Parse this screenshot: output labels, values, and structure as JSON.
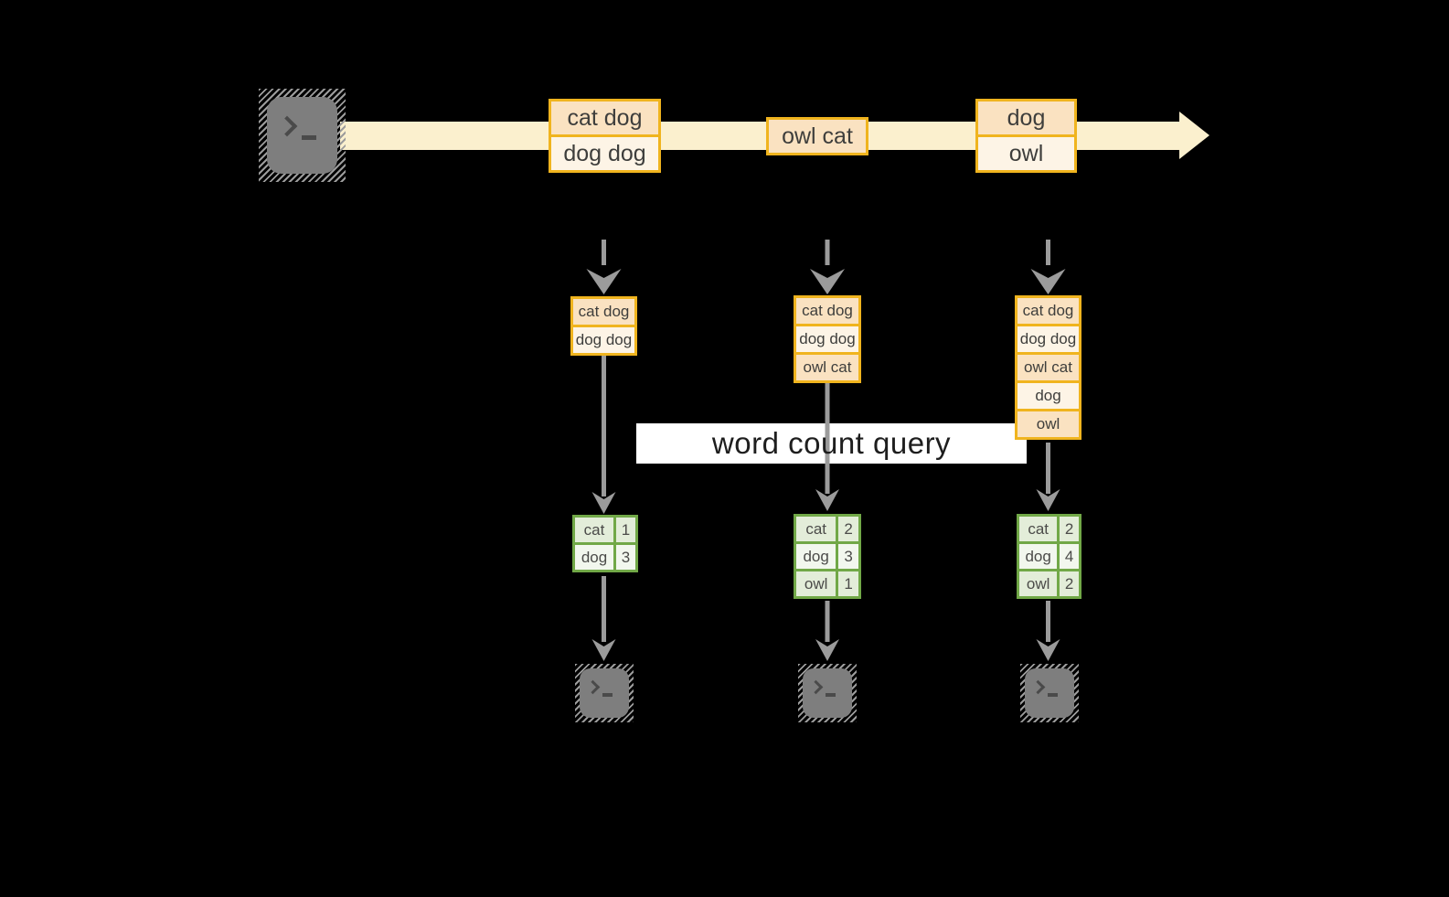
{
  "query": {
    "label": "word count query"
  },
  "icons": {
    "source": "terminal-icon",
    "sink": "terminal-icon"
  },
  "colors": {
    "background": "#000000",
    "stream_arrow": "#FBF0CE",
    "event_border": "#F0B41E",
    "event_fill_dark": "#FAE2C1",
    "event_fill_light": "#FDF4E6",
    "table_border": "#71A847",
    "table_fill_dark": "#E3EDD9",
    "table_fill_light": "#F2F7EE",
    "connector_gray": "#9B9B9B",
    "terminal_gray": "#7E7E7E",
    "query_band_bg": "#FFFFFF"
  },
  "stream": {
    "events": [
      {
        "rows": [
          "cat dog",
          "dog dog"
        ]
      },
      {
        "rows": [
          "owl cat"
        ]
      },
      {
        "rows": [
          "dog",
          "owl"
        ]
      }
    ]
  },
  "columns": [
    {
      "buffer": [
        "cat dog",
        "dog dog"
      ],
      "counts": [
        {
          "word": "cat",
          "count": 1
        },
        {
          "word": "dog",
          "count": 3
        }
      ]
    },
    {
      "buffer": [
        "cat dog",
        "dog dog",
        "owl cat"
      ],
      "counts": [
        {
          "word": "cat",
          "count": 2
        },
        {
          "word": "dog",
          "count": 3
        },
        {
          "word": "owl",
          "count": 1
        }
      ]
    },
    {
      "buffer": [
        "cat dog",
        "dog dog",
        "owl cat",
        "dog",
        "owl"
      ],
      "counts": [
        {
          "word": "cat",
          "count": 2
        },
        {
          "word": "dog",
          "count": 4
        },
        {
          "word": "owl",
          "count": 2
        }
      ]
    }
  ]
}
